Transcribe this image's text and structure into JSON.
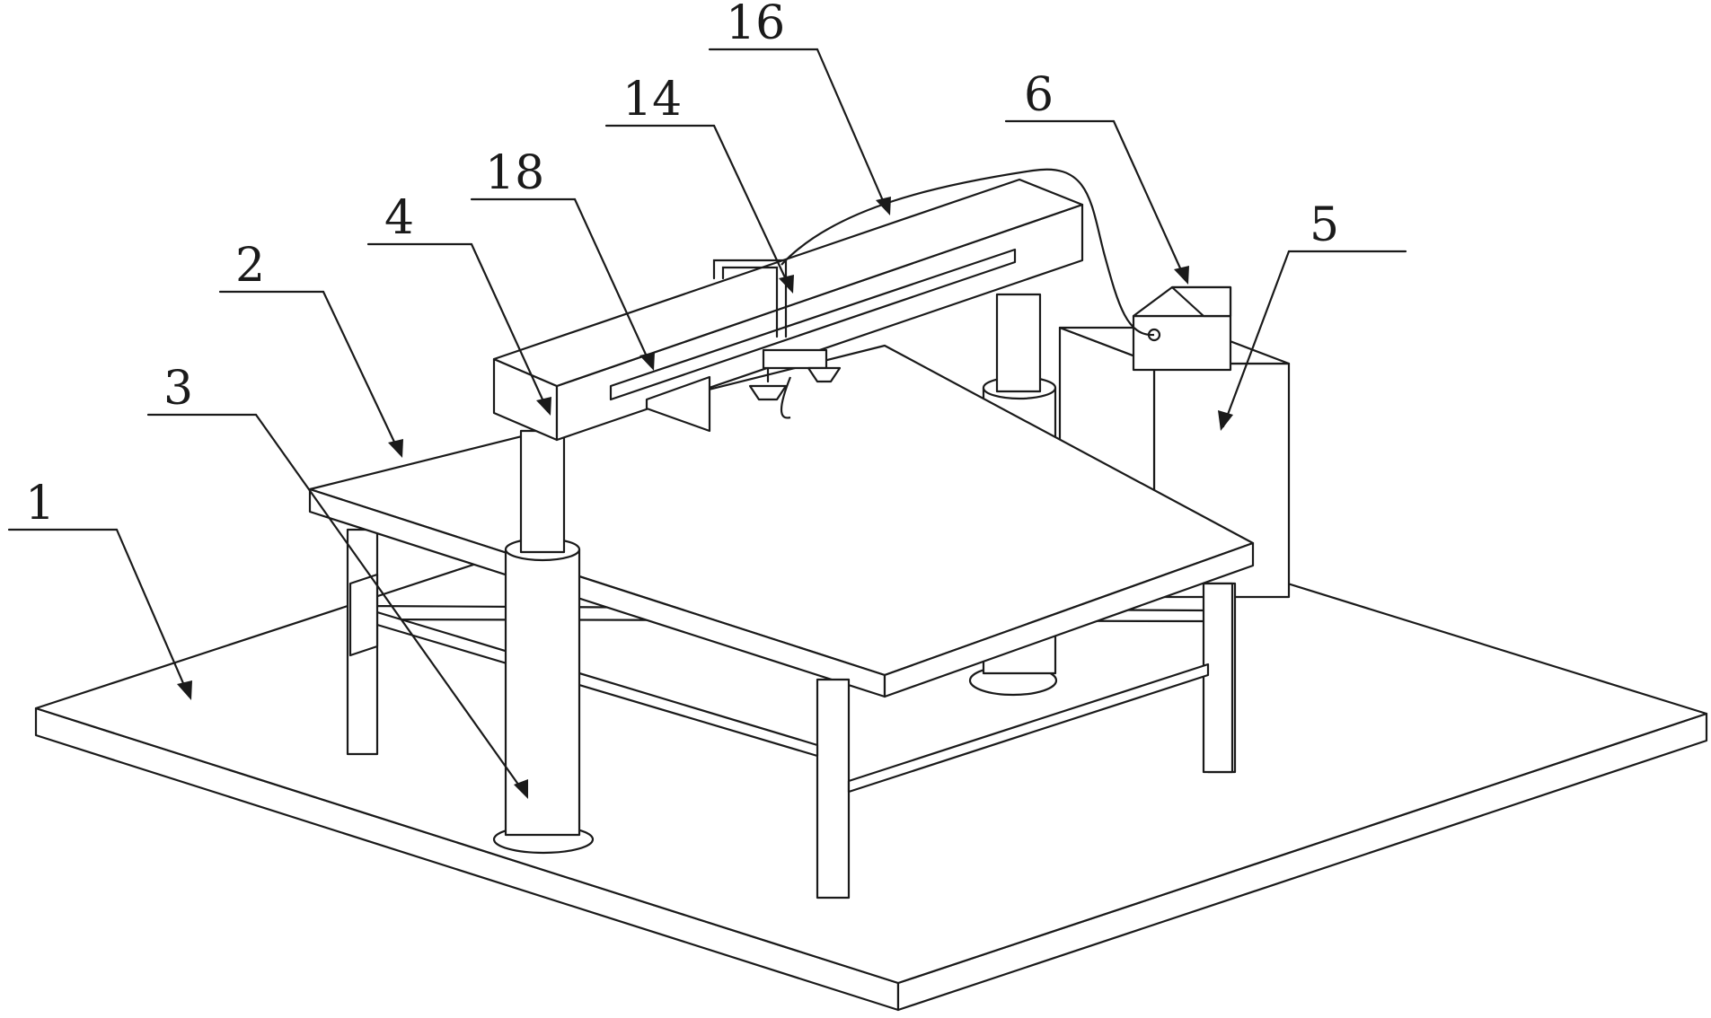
{
  "figure": {
    "line_color": "#1a1a1a",
    "background_color": "#ffffff",
    "callouts": [
      {
        "id": "1",
        "label": "1"
      },
      {
        "id": "2",
        "label": "2"
      },
      {
        "id": "3",
        "label": "3"
      },
      {
        "id": "4",
        "label": "4"
      },
      {
        "id": "18",
        "label": "18"
      },
      {
        "id": "14",
        "label": "14"
      },
      {
        "id": "16",
        "label": "16"
      },
      {
        "id": "6",
        "label": "6"
      },
      {
        "id": "5",
        "label": "5"
      }
    ]
  }
}
